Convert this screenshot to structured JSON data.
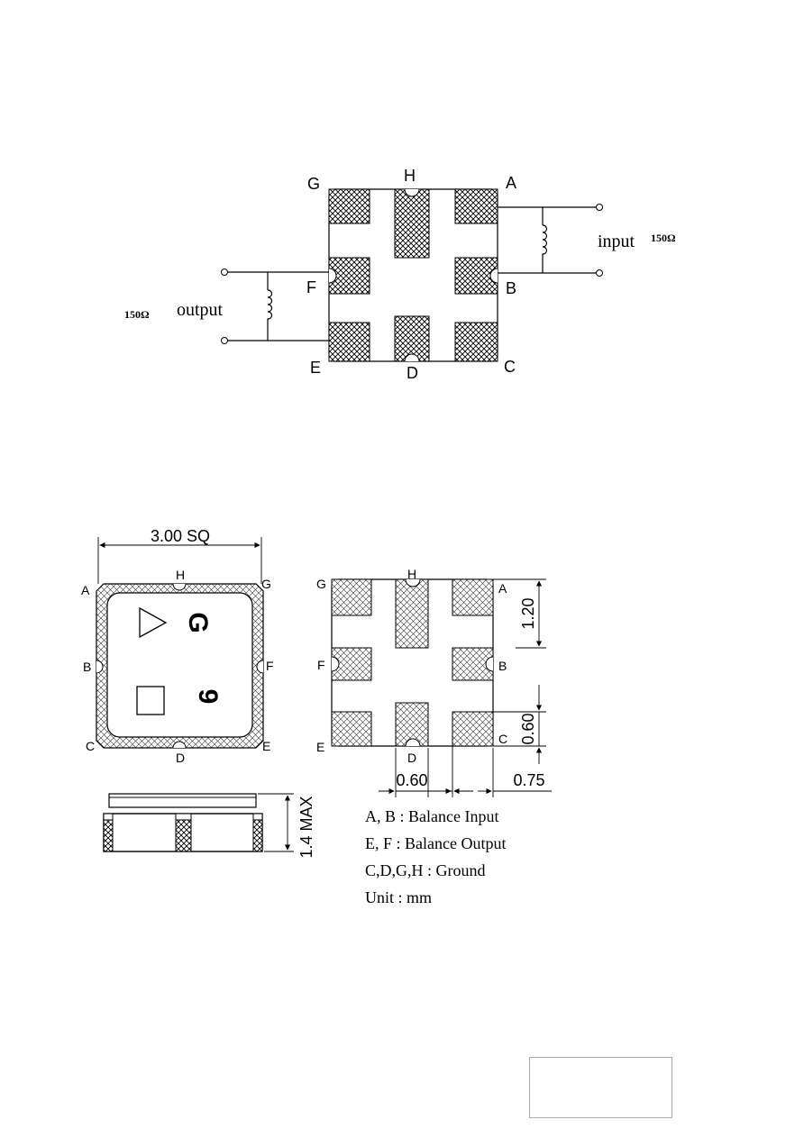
{
  "top_diagram": {
    "pin_labels": [
      "A",
      "B",
      "C",
      "D",
      "E",
      "F",
      "G",
      "H"
    ],
    "input_label": "input",
    "output_label": "output",
    "input_impedance": "150Ω",
    "output_impedance": "150Ω"
  },
  "top_view": {
    "dimension": "3.00 SQ",
    "pin_labels": [
      "A",
      "B",
      "C",
      "D",
      "E",
      "F",
      "G",
      "H"
    ],
    "marking": "G",
    "marking2": "9"
  },
  "bottom_view": {
    "pin_labels": [
      "A",
      "B",
      "C",
      "D",
      "E",
      "F",
      "G",
      "H"
    ],
    "dim_1_20": "1.20",
    "dim_0_60_v": "0.60",
    "dim_0_60_h": "0.60",
    "dim_0_75": "0.75"
  },
  "side_view": {
    "height_label": "1.4 MAX"
  },
  "legend": {
    "line1": "A, B : Balance Input",
    "line2": "E, F : Balance Output",
    "line3": "C,D,G,H : Ground",
    "line4": "Unit : mm"
  }
}
